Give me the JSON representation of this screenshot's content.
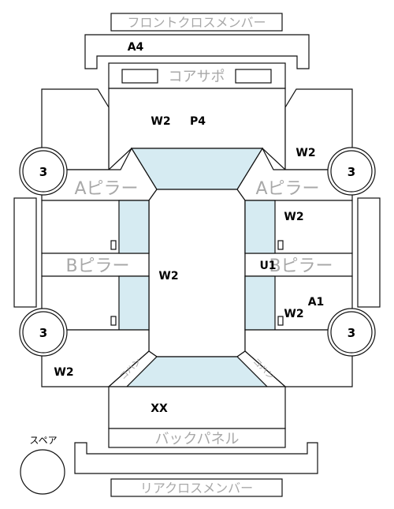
{
  "labels": {
    "front_cross_member": "フロントクロスメンバー",
    "core_support": "コアサポ",
    "a_pillar": "Aピラー",
    "b_pillar": "Bピラー",
    "back_panel": "バックパネル",
    "rear_cross_member": "リアクロスメンバー",
    "spare": "スペア",
    "quarter_left": "コハン",
    "quarter_right": "コハン"
  },
  "marks": {
    "a4": "A4",
    "w2_hood": "W2",
    "p4_hood": "P4",
    "w2_right_fender": "W2",
    "w2_right_front_door": "W2",
    "w2_roof": "W2",
    "u1_right": "U1",
    "a1_right": "A1",
    "w2_right_rear_door": "W2",
    "w2_left_quarter": "W2",
    "xx_trunk": "XX"
  },
  "wheels": {
    "front_left": "3",
    "front_right": "3",
    "rear_left": "3",
    "rear_right": "3"
  },
  "colors": {
    "glass": "#d6ebf2",
    "outline": "#111111",
    "label_gray": "#a8a8a8"
  }
}
